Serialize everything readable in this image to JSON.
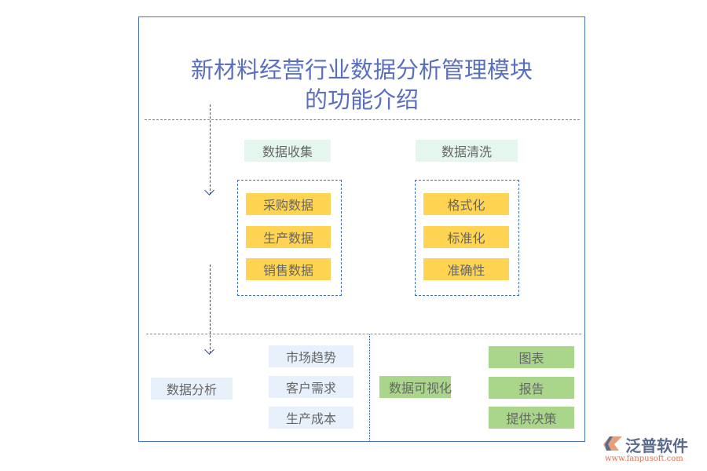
{
  "title_line1": "新材料经营行业数据分析管理模块",
  "title_line2": "的功能介绍",
  "collect": {
    "label": "数据收集",
    "items": [
      "采购数据",
      "生产数据",
      "销售数据"
    ]
  },
  "clean": {
    "label": "数据清洗",
    "items": [
      "格式化",
      "标准化",
      "准确性"
    ]
  },
  "analysis": {
    "label": "数据分析",
    "items": [
      "市场趋势",
      "客户需求",
      "生产成本"
    ]
  },
  "visual": {
    "label": "数据可视化",
    "items": [
      "图表",
      "报告",
      "提供决策"
    ]
  },
  "logo": {
    "name": "泛普软件",
    "url": "www.fanpusoft.com"
  },
  "colors": {
    "title": "#5b6fbf",
    "yellow": "#ffd452",
    "green": "#a9d68a",
    "light_blue": "#e7f0fb",
    "mint": "#e4f6ee"
  }
}
